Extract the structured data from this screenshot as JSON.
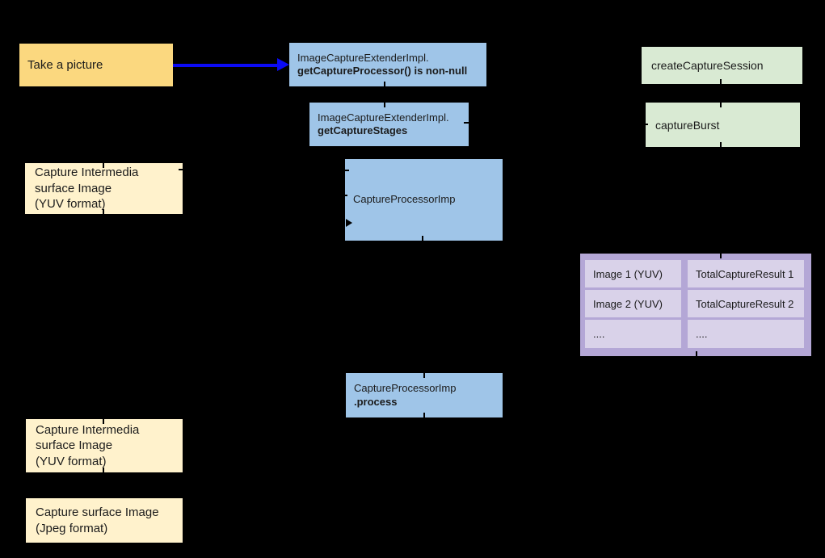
{
  "colors": {
    "background": "#000000",
    "yellow_box": "#fbd87f",
    "cream_box": "#fff2cc",
    "blue_box": "#9fc5e8",
    "green_box": "#d9ead3",
    "purple_frame": "#b4a7d6",
    "purple_cell": "#d9d2e9",
    "arrow_blue": "#0b0bf5",
    "text": "#1b1b1b"
  },
  "diagram": {
    "take_picture": {
      "label": "Take a picture"
    },
    "processor_check": {
      "line1": "ImageCaptureExtenderImpl.",
      "line2": "getCaptureProcessor() is non-null"
    },
    "capture_stages": {
      "line1": "ImageCaptureExtenderImpl.",
      "line2": "getCaptureStages"
    },
    "capture_processor": {
      "label": "CaptureProcessorImp"
    },
    "process_call": {
      "line1": "CaptureProcessorImp",
      "line2": ".process"
    },
    "create_capture_session": {
      "label": "createCaptureSession"
    },
    "capture_burst": {
      "label": "captureBurst"
    },
    "intermediate_surface_top": {
      "line1": "Capture Intermedia",
      "line2": "surface Image",
      "line3": "(YUV format)"
    },
    "intermediate_surface_bottom": {
      "line1": "Capture Intermedia",
      "line2": "surface Image",
      "line3": "(YUV format)"
    },
    "jpeg_surface": {
      "line1": "Capture surface Image",
      "line2": "(Jpeg format)"
    },
    "result_table": {
      "rows": [
        {
          "image": "Image 1 (YUV)",
          "result": "TotalCaptureResult 1"
        },
        {
          "image": "Image 2 (YUV)",
          "result": "TotalCaptureResult 2"
        },
        {
          "image": "....",
          "result": "...."
        }
      ]
    }
  }
}
